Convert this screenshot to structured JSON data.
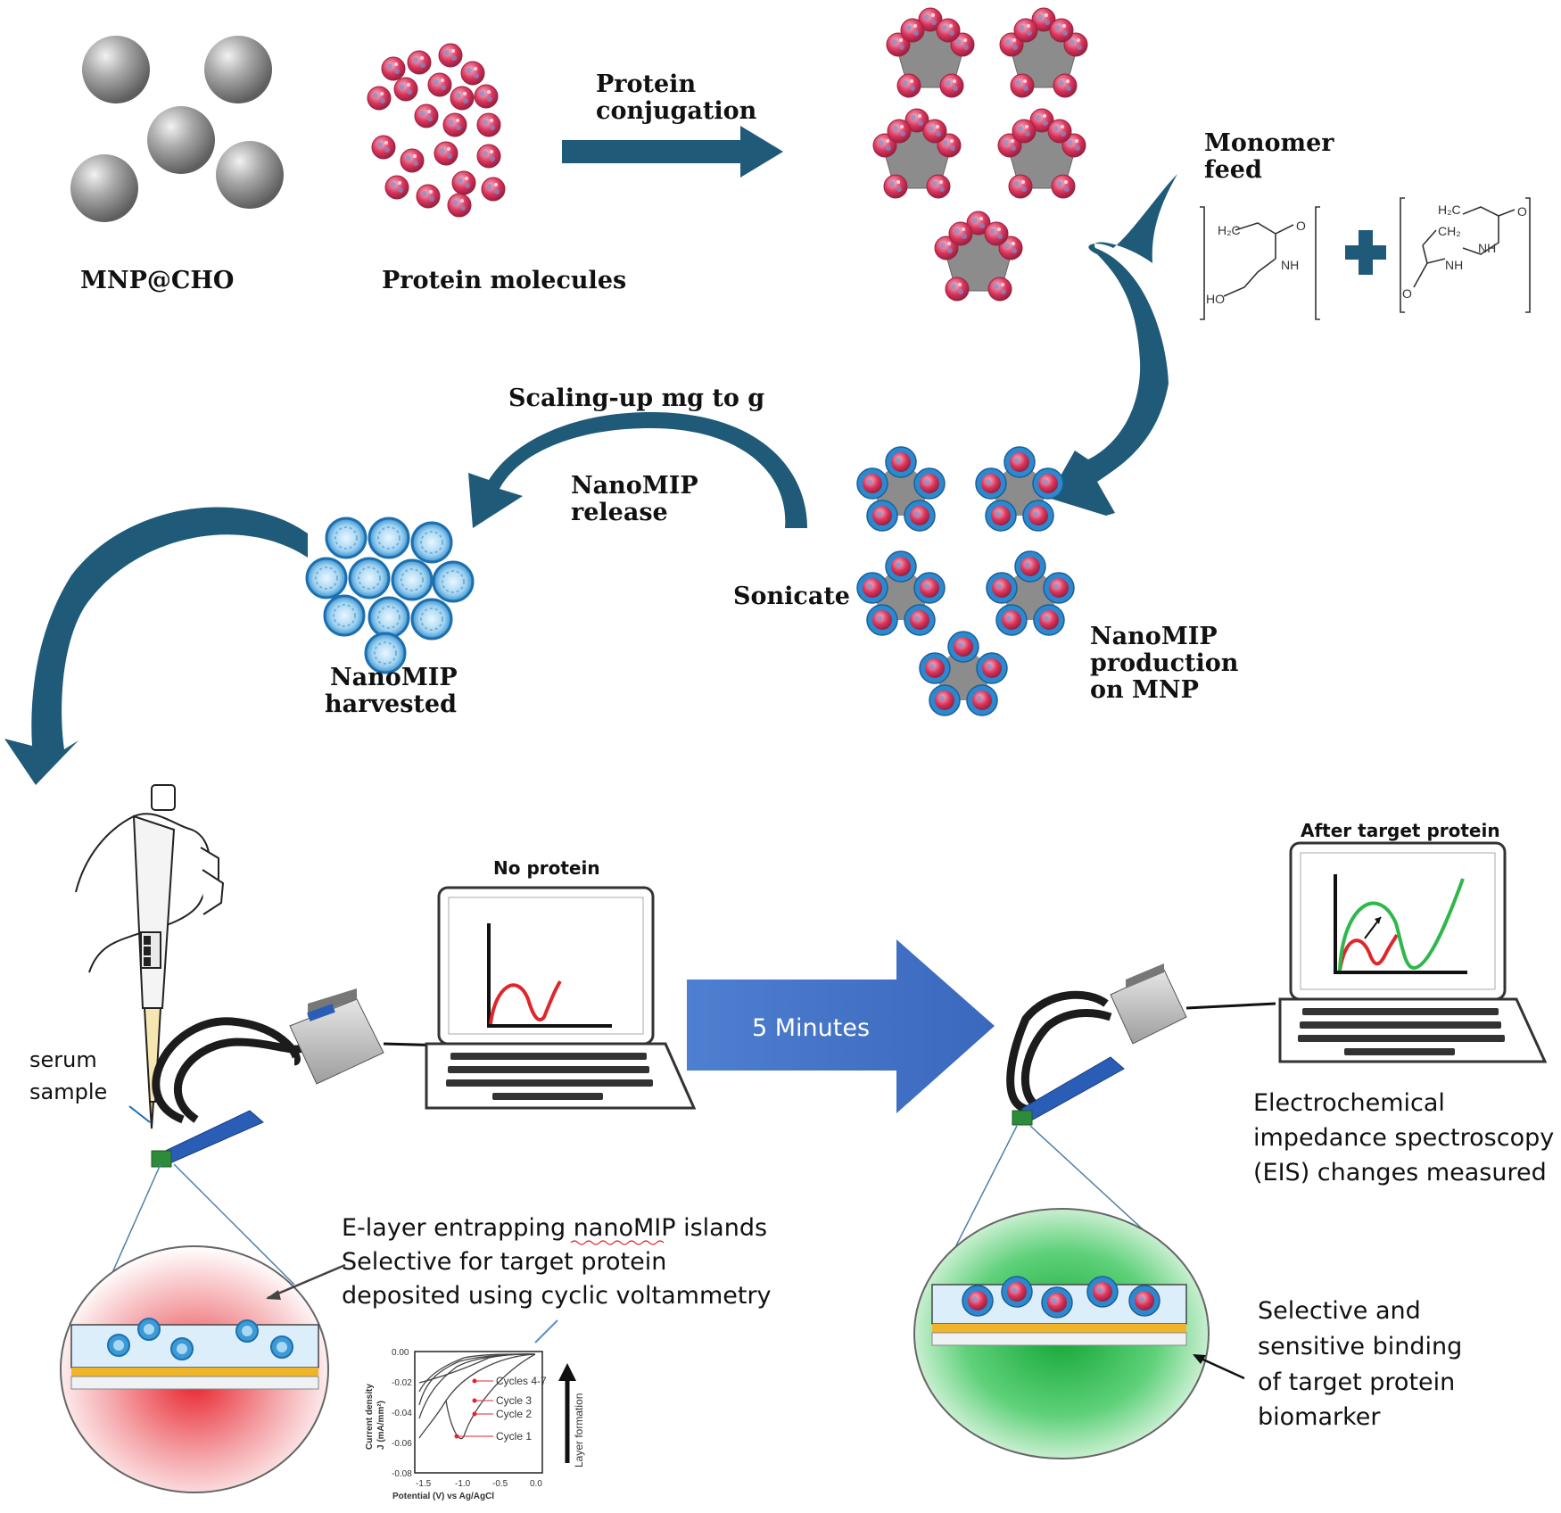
{
  "labels": {
    "mnp_cho": "MNP@CHO",
    "protein_molecules": "Protein molecules",
    "protein_conjugation_1": "Protein",
    "protein_conjugation_2": "conjugation",
    "monomer_feed_1": "Monomer",
    "monomer_feed_2": "feed",
    "scaling_up": "Scaling-up mg to g",
    "nanomip_release_1": "NanoMIP",
    "nanomip_release_2": "release",
    "sonicate": "Sonicate",
    "nanomip_harvested_1": "NanoMIP",
    "nanomip_harvested_2": "harvested",
    "nanomip_production_1": "NanoMIP",
    "nanomip_production_2": "production",
    "nanomip_production_3": "on MNP",
    "serum_1": "serum",
    "serum_2": "sample",
    "no_protein": "No protein",
    "after_target": "After target protein",
    "five_minutes": "5 Minutes",
    "eis_1": "Electrochemical",
    "eis_2": "impedance spectroscopy",
    "eis_3": "(EIS) changes measured",
    "elayer_1": "E-layer entrapping nanoMIP islands",
    "elayer_2": "Selective for target protein",
    "elayer_3": "deposited using cyclic voltammetry",
    "binding_1": "Selective and",
    "binding_2": "sensitive binding",
    "binding_3": "of target protein",
    "binding_4": "biomarker"
  },
  "chemistry": {
    "m1_h2c": "H₂C",
    "m1_o": "O",
    "m1_nh": "NH",
    "m1_ho": "HO",
    "m2_h2c": "H₂C",
    "m2_ch2": "CH₂",
    "m2_o1": "O",
    "m2_o2": "O",
    "m2_nh1": "NH",
    "m2_nh2": "NH"
  },
  "cv_inset": {
    "ylabel_1": "Current density",
    "ylabel_2": "J (mA/mm²)",
    "xlabel": "Potential (V) vs Ag/AgCl",
    "arrow_label": "Layer formation",
    "yticks": [
      "0.00",
      "-0.02",
      "-0.04",
      "-0.06",
      "-0.08"
    ],
    "xticks": [
      "-1.5",
      "-1.0",
      "-0.5",
      "0.0"
    ],
    "cycles": [
      "Cycles 4-7",
      "Cycle 3",
      "Cycle 2",
      "Cycle 1"
    ]
  },
  "colors": {
    "arrow_teal": "#1f5a78",
    "big_arrow_blue": "#4472c4",
    "protein_red": "#d9345b",
    "nanomip_blue": "#2f8fd1",
    "grey_sphere": "#8c8c8c",
    "eis_red": "#e0262b",
    "eis_green": "#2eb84a",
    "electrode_gold": "#f0b429",
    "layer_blue": "#dceef9"
  }
}
